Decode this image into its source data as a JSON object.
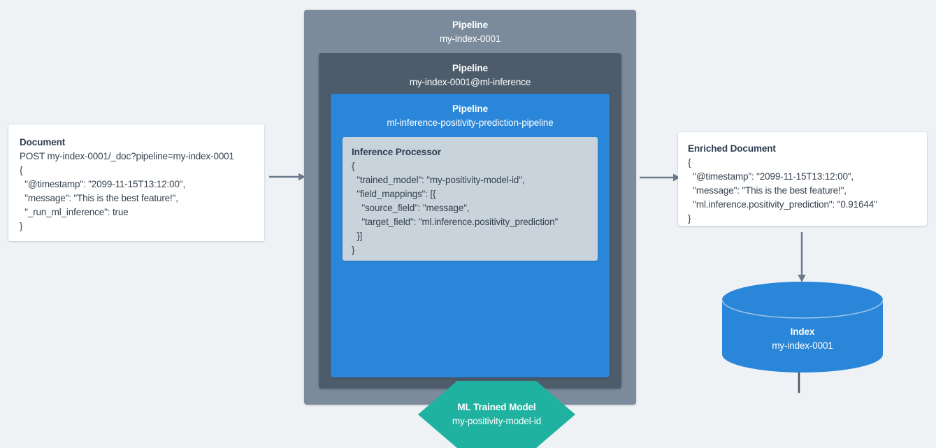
{
  "colors": {
    "background": "#eff2f5",
    "pipeline_outer": "#7b8b9c",
    "pipeline_mid": "#4c5c6b",
    "pipeline_inner": "#2a86d8",
    "processor_panel": "#c9d3db",
    "ml_model": "#20b2a0",
    "index_cylinder": "#2a86d8",
    "arrow": "#6b7a8c",
    "arrow_dark": "#4a5560",
    "card_background": "#ffffff",
    "text_dark": "#2c3e50"
  },
  "document_card": {
    "title": "Document",
    "lines": [
      "POST my-index-0001/_doc?pipeline=my-index-0001",
      "{",
      "  \"@timestamp\": \"2099-11-15T13:12:00\",",
      "  \"message\": \"This is the best feature!\",",
      "  \"_run_ml_inference\": true",
      "}"
    ]
  },
  "pipeline_outer": {
    "kind": "Pipeline",
    "name": "my-index-0001"
  },
  "pipeline_mid": {
    "kind": "Pipeline",
    "name": "my-index-0001@ml-inference"
  },
  "pipeline_inner": {
    "kind": "Pipeline",
    "name": "ml-inference-positivity-prediction-pipeline"
  },
  "inference_processor": {
    "title": "Inference Processor",
    "lines": [
      "{",
      "  \"trained_model\": \"my-positivity-model-id\",",
      "  \"field_mappings\": [{",
      "    \"source_field\": \"message\",",
      "    \"target_field\": \"ml.inference.positivity_prediction\"",
      "  }]",
      "}"
    ]
  },
  "ml_model": {
    "kind": "ML Trained Model",
    "name": "my-positivity-model-id"
  },
  "enriched_document_card": {
    "title": "Enriched Document",
    "lines": [
      "{",
      "  \"@timestamp\": \"2099-11-15T13:12:00\",",
      "  \"message\": \"This is the best feature!\",",
      "  \"ml.inference.positivity_prediction\": \"0.91644\"",
      "}"
    ]
  },
  "index": {
    "kind": "Index",
    "name": "my-index-0001"
  },
  "arrows": [
    {
      "name": "arrow-doc-to-pipeline",
      "direction": "right"
    },
    {
      "name": "arrow-pipeline-to-enriched",
      "direction": "right"
    },
    {
      "name": "arrow-enriched-to-index",
      "direction": "down"
    },
    {
      "name": "arrow-model-to-processor",
      "direction": "up"
    }
  ]
}
